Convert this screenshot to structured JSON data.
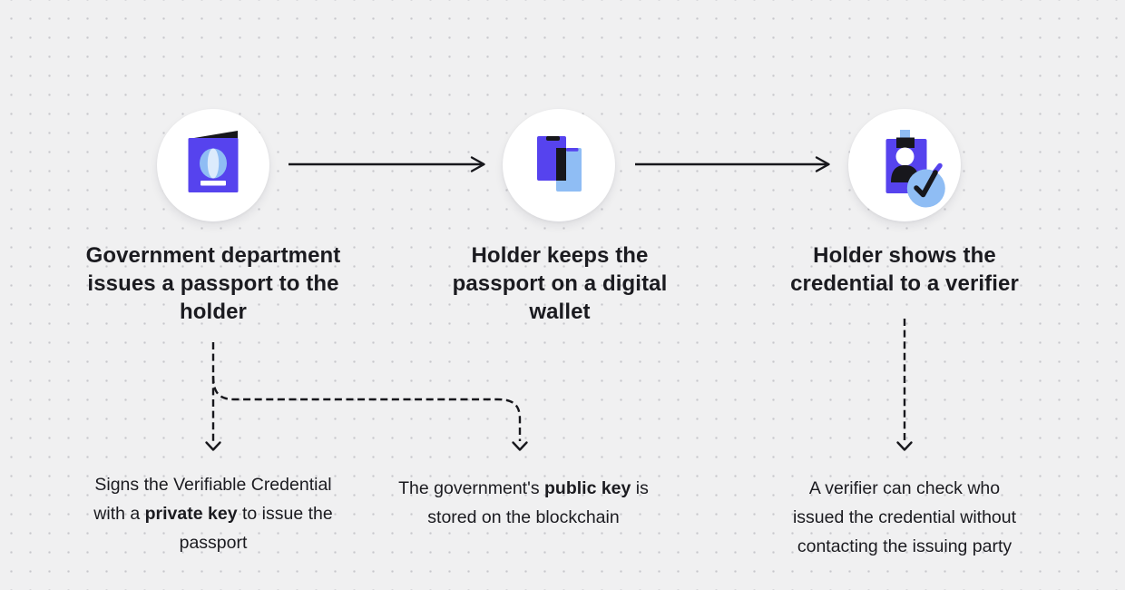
{
  "colors": {
    "bg": "#f0f0f1",
    "dot": "#c7c7cc",
    "purple": "#5643ee",
    "blue": "#8fbdf4",
    "blue_light": "#dcebfc",
    "ink": "#17171c",
    "text": "#1b1b20"
  },
  "steps": [
    {
      "icon": "passport-icon",
      "title": "Government department\nissues a passport to the\nholder"
    },
    {
      "icon": "digital-wallet-icon",
      "title": "Holder keeps the\npassport on a digital\nwallet"
    },
    {
      "icon": "id-badge-check-icon",
      "title": "Holder shows the\ncredential to a verifier"
    }
  ],
  "annotations": [
    {
      "segments": [
        {
          "t": "Signs the Verifiable Credential\nwith a ",
          "b": false
        },
        {
          "t": "private key",
          "b": true
        },
        {
          "t": " to issue the\npassport",
          "b": false
        }
      ]
    },
    {
      "segments": [
        {
          "t": "The government's ",
          "b": false
        },
        {
          "t": "public key",
          "b": true
        },
        {
          "t": " is\nstored on the blockchain",
          "b": false
        }
      ]
    },
    {
      "segments": [
        {
          "t": "A verifier can check who\nissued the credential without\ncontacting the issuing party",
          "b": false
        }
      ]
    }
  ]
}
